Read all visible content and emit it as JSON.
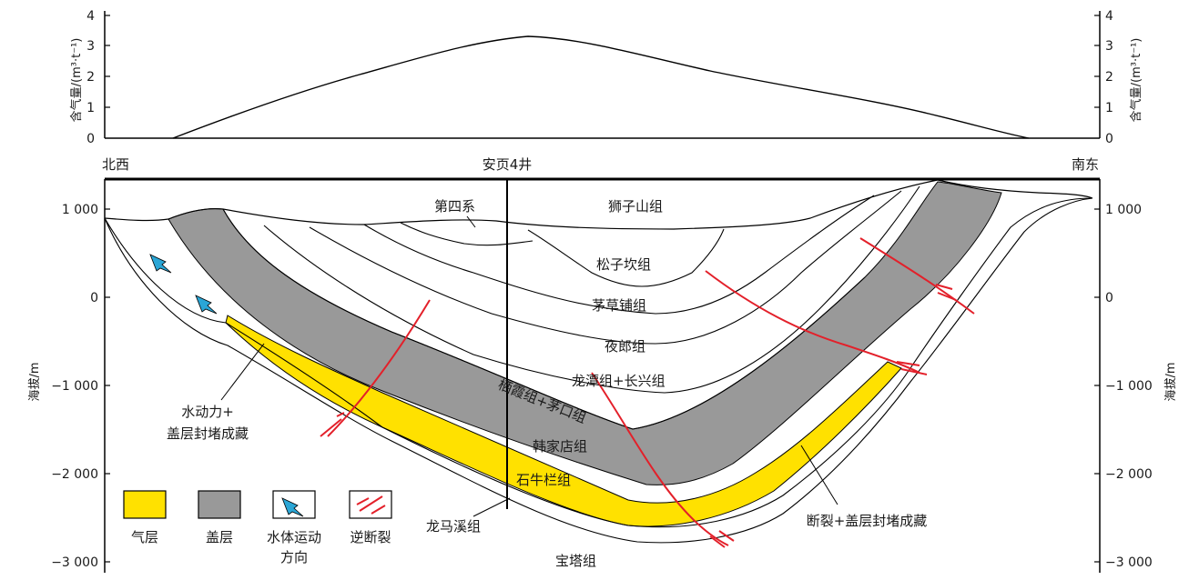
{
  "top_chart": {
    "ylabel": "含气量/(m³·t⁻¹)",
    "yticks": [
      "0",
      "1",
      "2",
      "3",
      "4"
    ]
  },
  "directions": {
    "left": "北西",
    "right": "南东"
  },
  "well": "安页4井",
  "section": {
    "ylabel": "海拔/m",
    "yticks": [
      "1 000",
      "0",
      "−1 000",
      "−2 000",
      "−3 000"
    ]
  },
  "formations": {
    "quaternary": "第四系",
    "shizishan": "狮子山组",
    "songzikan": "松子坎组",
    "maocaopu": "茅草铺组",
    "yelang": "夜郎组",
    "longtan": "龙潭组+长兴组",
    "qixia": "栖霞组+茅口组",
    "hanjiadian": "韩家店组",
    "shiniulan": "石牛栏组",
    "longmaxi": "龙马溪组",
    "baota": "宝塔组"
  },
  "annotations": {
    "hydro_line1": "水动力+",
    "hydro_line2": "盖层封堵成藏",
    "fault_seal": "断裂+盖层封堵成藏"
  },
  "legend": {
    "gas": "气层",
    "cap": "盖层",
    "water_line1": "水体运动",
    "water_line2": "方向",
    "fault": "逆断裂"
  },
  "colors": {
    "gas": "#ffe100",
    "cap": "#999999",
    "fault": "#e3202a",
    "water": "#2aa6d6"
  }
}
